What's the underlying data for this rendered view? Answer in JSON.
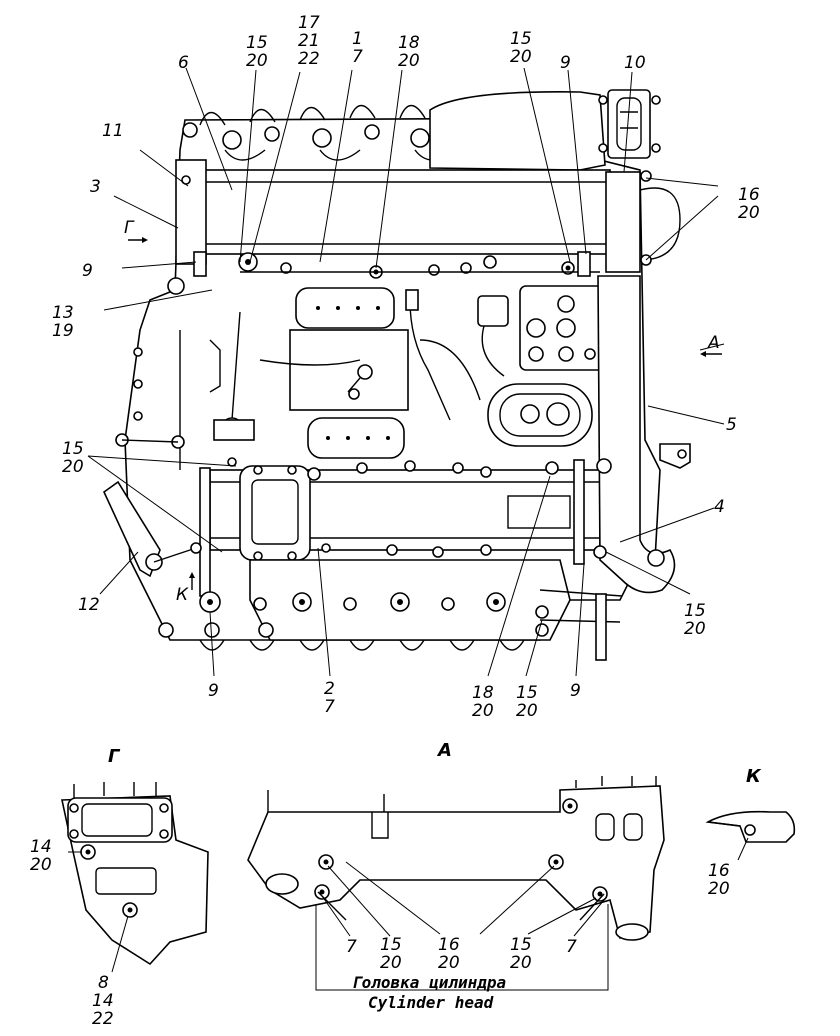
{
  "callouts": {
    "c1": [
      "1",
      "7"
    ],
    "c2": [
      "2",
      "7"
    ],
    "c3": [
      "3"
    ],
    "c4": [
      "4"
    ],
    "c5": [
      "5"
    ],
    "c6": [
      "6"
    ],
    "c9a": [
      "9"
    ],
    "c9b": [
      "9"
    ],
    "c9c": [
      "9"
    ],
    "c9d": [
      "9"
    ],
    "c10": [
      "10"
    ],
    "c11": [
      "11"
    ],
    "c12": [
      "12"
    ],
    "c13": [
      "13",
      "19"
    ],
    "c15a": [
      "15",
      "20"
    ],
    "c15b": [
      "15",
      "20"
    ],
    "c15c": [
      "15",
      "20"
    ],
    "c15d": [
      "15",
      "20"
    ],
    "c15e": [
      "15",
      "20"
    ],
    "c16": [
      "16",
      "20"
    ],
    "c17": [
      "17",
      "21",
      "22"
    ],
    "c18a": [
      "18",
      "20"
    ],
    "c18b": [
      "18",
      "20"
    ],
    "g14": [
      "14",
      "20"
    ],
    "g8": [
      "8",
      "14",
      "22"
    ],
    "a7l": [
      "7"
    ],
    "a15l": [
      "15",
      "20"
    ],
    "a16": [
      "16",
      "20"
    ],
    "a15r": [
      "15",
      "20"
    ],
    "a7r": [
      "7"
    ],
    "k16": [
      "16",
      "20"
    ]
  },
  "views": {
    "g_label": "Г",
    "a_label": "А",
    "k_label": "К"
  },
  "arrows": {
    "g": "Г",
    "a": "А",
    "k": "К"
  },
  "caption": {
    "ru": "Головка цилиндра",
    "en": "Cylinder head"
  }
}
